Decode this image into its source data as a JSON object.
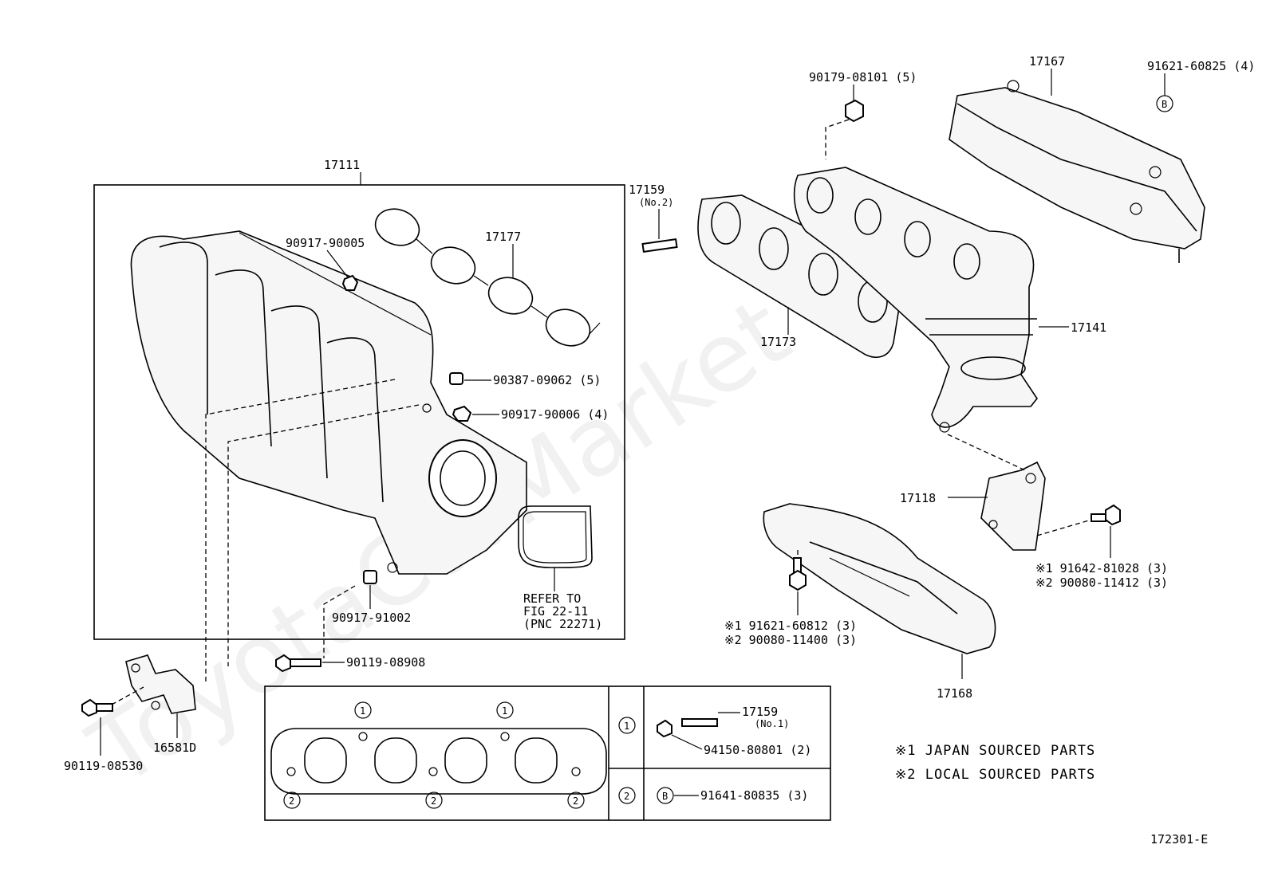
{
  "watermark": "ToyotaCarMarket",
  "figure_id": "172301-E",
  "labels": {
    "p17111": "17111",
    "p17177": "17177",
    "p90917_90005": "90917-90005",
    "p90387_09062": "90387-09062 (5)",
    "p90917_90006": "90917-90006 (4)",
    "p90917_91002": "90917-91002",
    "refer1": "REFER TO",
    "refer2": "FIG 22-11",
    "refer3": "(PNC 22271)",
    "p90119_08908": "90119-08908",
    "p16581D": "16581D",
    "p90119_08530": "90119-08530",
    "p17159_no2": "17159",
    "p17159_no2_sub": "(No.2)",
    "p90179_08101": "90179-08101 (5)",
    "p17167": "17167",
    "p91621_60825": "91621-60825 (4)",
    "p17173": "17173",
    "p17141": "17141",
    "p17118": "17118",
    "p91642_81028": "※1 91642-81028 (3)",
    "p90080_11412": "※2 90080-11412 (3)",
    "p91621_60812": "※1 91621-60812 (3)",
    "p90080_11400": "※2 90080-11400 (3)",
    "p17168": "17168",
    "p17159_no1": "17159",
    "p17159_no1_sub": "(No.1)",
    "p94150_80801": "94150-80801 (2)",
    "p91641_80835": "91641-80835 (3)",
    "mark1": "1",
    "mark2": "2",
    "markB": "B"
  },
  "legend": {
    "japan": "※1  JAPAN SOURCED PARTS",
    "local": "※2  LOCAL SOURCED PARTS"
  }
}
